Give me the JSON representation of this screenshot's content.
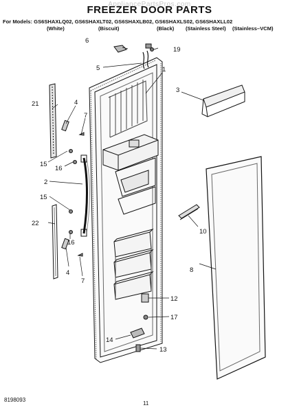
{
  "watermark": "AppliancePartsPros.com",
  "title": "FREEZER DOOR PARTS",
  "models_prefix": "For Models:",
  "models": [
    "GS6SHAXLQ02,",
    "GS6SHAXLT02,",
    "GS6SHAXLB02,",
    "GS6SHAXLS02,",
    "GS6SHAXLL02"
  ],
  "colors": [
    "(White)",
    "(Biscuit)",
    "(Black)",
    "(Stainless Steel)",
    "(Stainless–VCM)"
  ],
  "callouts": {
    "c1": "1",
    "c2": "2",
    "c3": "3",
    "c4a": "4",
    "c4b": "4",
    "c5": "5",
    "c6": "6",
    "c7a": "7",
    "c7b": "7",
    "c8": "8",
    "c10": "10",
    "c12": "12",
    "c13": "13",
    "c14": "14",
    "c15a": "15",
    "c15b": "15",
    "c16a": "16",
    "c16b": "16",
    "c17": "17",
    "c19": "19",
    "c21": "21",
    "c22": "22"
  },
  "footer": {
    "doc_number": "8198093",
    "page_number": "11"
  }
}
